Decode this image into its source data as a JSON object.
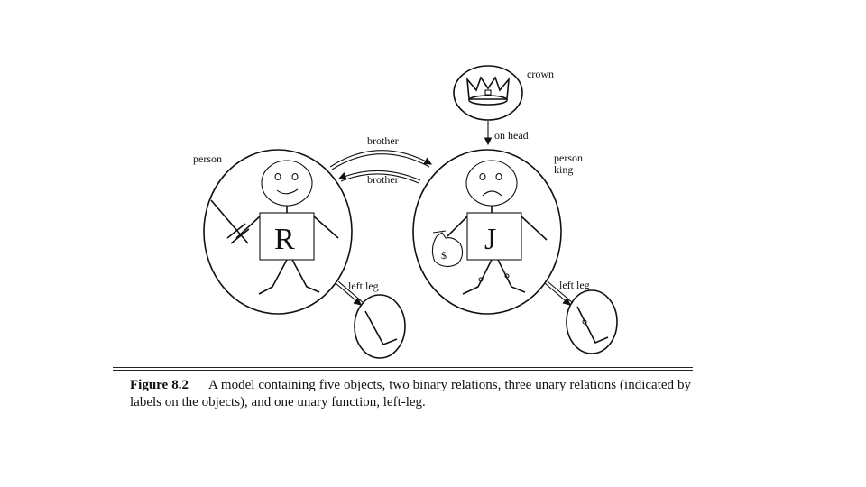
{
  "diagram": {
    "labels": {
      "crown": "crown",
      "on_head": "on head",
      "brother_top": "brother",
      "brother_bottom": "brother",
      "person_left": "person",
      "person_right": "person",
      "king": "king",
      "left_leg_left": "left leg",
      "left_leg_right": "left leg"
    },
    "objects": {
      "r_letter": "R",
      "j_letter": "J",
      "money_symbol": "$"
    }
  },
  "caption": {
    "number": "Figure 8.2",
    "text": "A model containing five objects, two binary relations, three unary relations (indicated by labels on the objects), and one unary function, left-leg."
  }
}
